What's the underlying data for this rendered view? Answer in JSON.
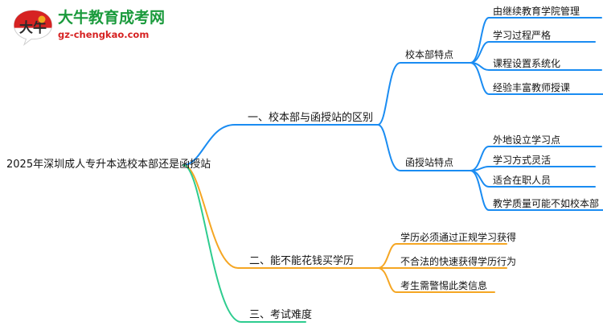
{
  "logo": {
    "mark_text": "大牛",
    "title_cn": "大牛教育成考网",
    "title_en": "gz-chengkao.com",
    "brand_green": "#1a9a3c",
    "brand_red": "#d62222"
  },
  "mindmap": {
    "type": "mindmap",
    "root": {
      "label": "2025年深圳成人专升本选校本部还是函授站"
    },
    "colors": {
      "branch_1": "#1a8cf2",
      "branch_2": "#f5a623",
      "branch_3": "#2ecc8f"
    },
    "branches": [
      {
        "label": "一、校本部与函授站的区别",
        "color": "#1a8cf2",
        "children": [
          {
            "label": "校本部特点",
            "children": [
              {
                "label": "由继续教育学院管理"
              },
              {
                "label": "学习过程严格"
              },
              {
                "label": "课程设置系统化"
              },
              {
                "label": "经验丰富教师授课"
              }
            ]
          },
          {
            "label": "函授站特点",
            "children": [
              {
                "label": "外地设立学习点"
              },
              {
                "label": "学习方式灵活"
              },
              {
                "label": "适合在职人员"
              },
              {
                "label": "教学质量可能不如校本部"
              }
            ]
          }
        ]
      },
      {
        "label": "二、能不能花钱买学历",
        "color": "#f5a623",
        "children": [
          {
            "label": "学历必须通过正规学习获得"
          },
          {
            "label": "不合法的快速获得学历行为"
          },
          {
            "label": "考生需警惕此类信息"
          }
        ]
      },
      {
        "label": "三、考试难度",
        "color": "#2ecc8f",
        "children": []
      }
    ]
  }
}
